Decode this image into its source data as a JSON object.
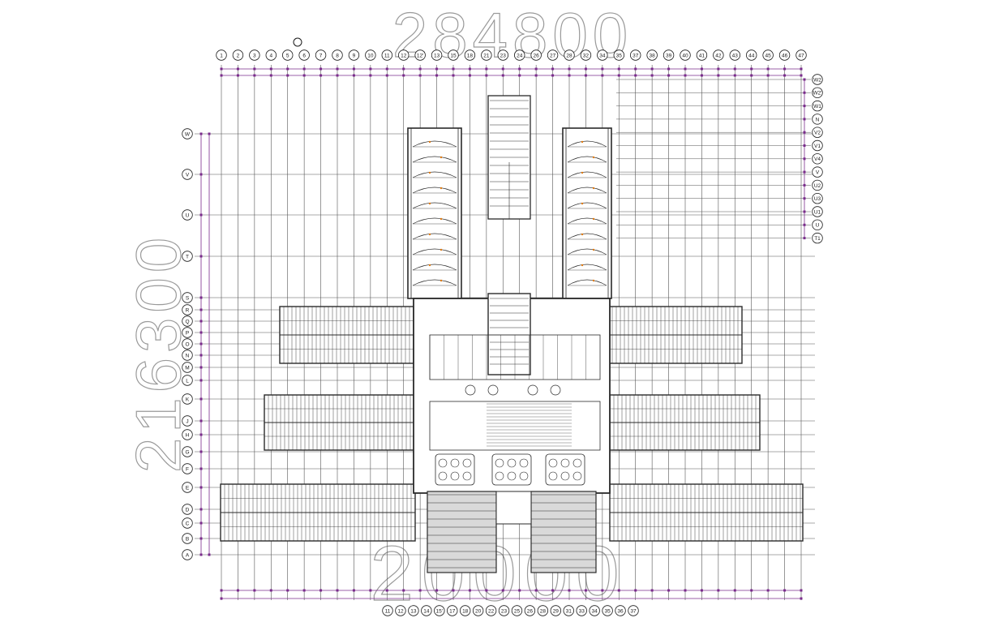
{
  "drawing": {
    "overall_width": "284800",
    "overall_depth": "216300",
    "bottom_depth": "20000",
    "colors": {
      "background": "#ffffff",
      "line": "#1a1a1a",
      "grid": "#555555",
      "dimension": "#7a2b8c",
      "dense": "#2a2a2a",
      "accent": "#e07b12",
      "faded_text": "#9a9a9a"
    }
  },
  "grid_columns_top": [
    "1",
    "2",
    "3",
    "4",
    "5",
    "6",
    "7",
    "8",
    "9",
    "10",
    "11",
    "12",
    "12'",
    "13",
    "15",
    "18",
    "21",
    "23",
    "24",
    "26",
    "27",
    "28",
    "32",
    "34",
    "35",
    "37",
    "38",
    "39",
    "40",
    "41",
    "42",
    "43",
    "44",
    "45",
    "46",
    "47"
  ],
  "grid_columns_bottom": [
    "11",
    "12",
    "13",
    "14",
    "15'",
    "17",
    "18",
    "20",
    "22",
    "23",
    "25",
    "26",
    "28",
    "29",
    "31",
    "33",
    "34",
    "35",
    "36",
    "37"
  ],
  "grid_rows_left": [
    "W",
    "V",
    "U",
    "T",
    "S",
    "R",
    "Q",
    "P",
    "O",
    "N",
    "M",
    "L",
    "K",
    "J",
    "H",
    "G",
    "F",
    "E",
    "D",
    "C",
    "B",
    "A"
  ],
  "grid_rows_right": [
    "W2",
    "W2'",
    "W1",
    "N",
    "V2",
    "V1",
    "V4",
    "V",
    "U2",
    "U3",
    "U1",
    "U",
    "T1"
  ]
}
